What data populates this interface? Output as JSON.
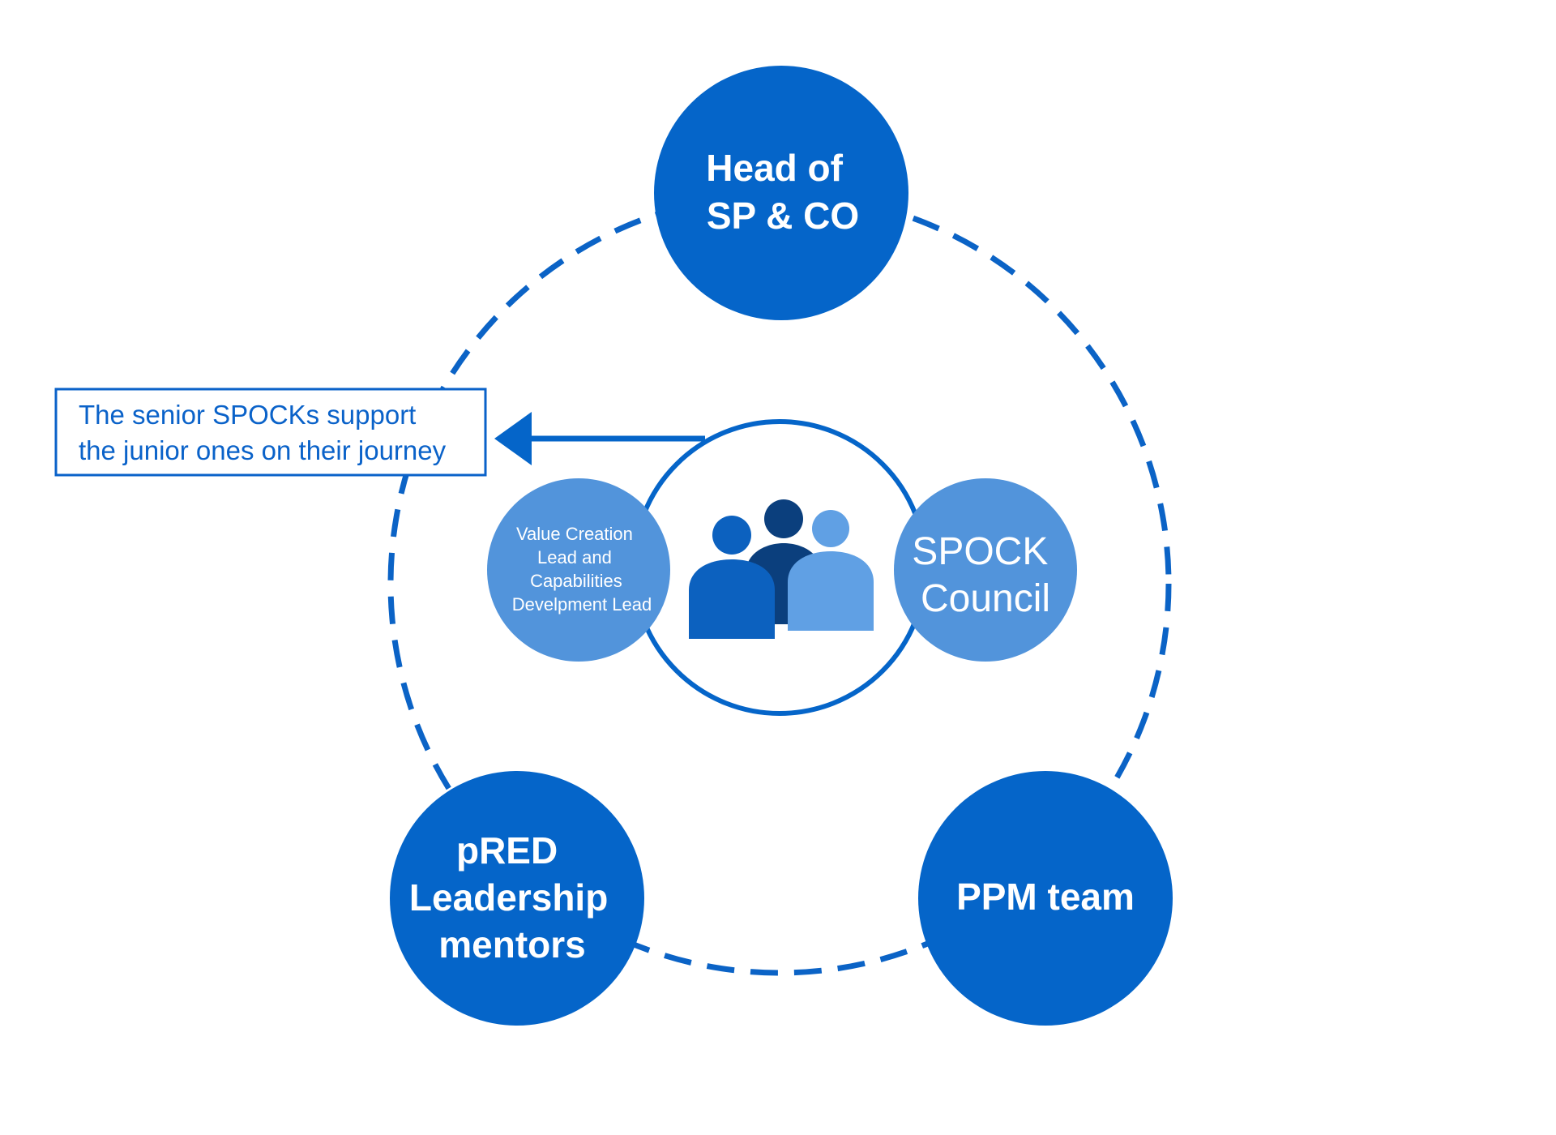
{
  "colors": {
    "primary": "#0565c9",
    "light": "#5294db",
    "dashed_ring": "#0b63c6",
    "person_back": "#0b3f7d",
    "person_left": "#0c61bf",
    "person_right": "#60a0e4",
    "callout": "#0a62c9"
  },
  "nodes": {
    "head": {
      "lines": [
        "Head of",
        "SP & CO"
      ]
    },
    "pred": {
      "lines": [
        "pRED",
        "Leadership",
        "mentors"
      ]
    },
    "ppm": {
      "lines": [
        "PPM team"
      ]
    },
    "value": {
      "lines": [
        "Value Creation",
        "Lead and",
        "Capabilities",
        "Develpment Lead"
      ]
    },
    "spock": {
      "lines": [
        "SPOCK",
        "Council"
      ]
    }
  },
  "callout": {
    "lines": [
      "The senior SPOCKs support",
      "the junior ones on their journey"
    ]
  },
  "icons": {
    "center": "people-group-icon",
    "arrow": "arrow-left-icon"
  }
}
